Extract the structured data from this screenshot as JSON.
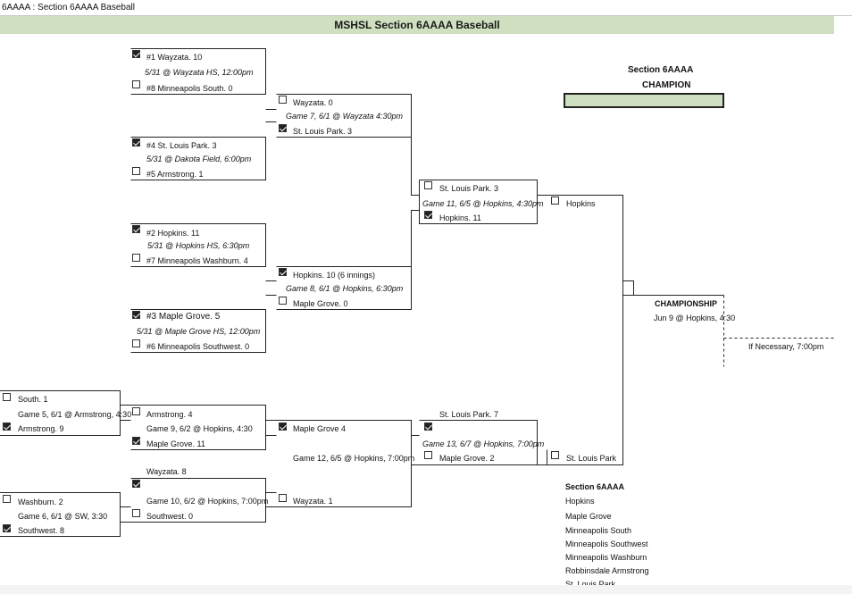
{
  "tab_title": "6AAAA : Section 6AAAA Baseball",
  "banner_title": "MSHSL Section 6AAAA Baseball",
  "champion": {
    "line1": "Section 6AAAA",
    "line2": "CHAMPION"
  },
  "round1": {
    "g1": {
      "top": "#1 Wayzata. 10",
      "info": "5/31 @ Wayzata HS, 12:00pm",
      "bottom": "#8 Minneapolis South. 0"
    },
    "g2": {
      "top": "#4 St. Louis Park. 3",
      "info": "5/31 @ Dakota Field, 6:00pm",
      "bottom": "#5 Armstrong. 1"
    },
    "g3": {
      "top": "#2 Hopkins. 11",
      "info": "5/31 @ Hopkins HS, 6:30pm",
      "bottom": "#7 Minneapolis Washburn. 4"
    },
    "g4": {
      "top": "#3 Maple Grove. 5",
      "info": "5/31 @ Maple Grove HS, 12:00pm",
      "bottom": "#6 Minneapolis Southwest. 0"
    }
  },
  "round2": {
    "g7": {
      "top": "Wayzata. 0",
      "info": "Game 7, 6/1 @ Wayzata 4:30pm",
      "bottom": "St. Louis Park. 3"
    },
    "g8": {
      "top": "Hopkins. 10 (6 innings)",
      "info": "Game 8, 6/1 @ Hopkins, 6:30pm",
      "bottom": "Maple Grove. 0"
    }
  },
  "round3": {
    "g11": {
      "top": "St. Louis Park. 3",
      "info": "Game 11, 6/5 @ Hopkins, 4:30pm",
      "bottom": "Hopkins. 11"
    }
  },
  "final_upper": "Hopkins",
  "final_lower": "St. Louis Park",
  "championship": {
    "title": "CHAMPIONSHIP",
    "info": "Jun 9 @ Hopkins, 4:30",
    "if_necessary": "If Necessary, 7:00pm"
  },
  "consolation": {
    "g5": {
      "top": "South. 1",
      "info": "Game 5, 6/1 @ Armstrong, 4:30",
      "bottom": "Armstrong. 9"
    },
    "g6": {
      "top": "Washburn. 2",
      "info": "Game 6, 6/1 @ SW, 3:30",
      "bottom": "Southwest. 8"
    },
    "g9": {
      "top": "Armstrong. 4",
      "info": "Game 9, 6/2 @ Hopkins, 4:30",
      "bottom": "Maple Grove. 11"
    },
    "g10": {
      "top": "Wayzata. 8",
      "info": "Game 10, 6/2 @ Hopkins, 7:00pm",
      "bottom": "Southwest. 0"
    },
    "g12": {
      "top": "Maple Grove 4",
      "info": "Game 12, 6/5 @ Hopkins, 7:00pm",
      "bottom": "Wayzata. 1"
    },
    "g13": {
      "top": "St. Louis Park. 7",
      "info": "Game 13, 6/7 @ Hopkins, 7:00pm",
      "bottom": "Maple Grove. 2"
    }
  },
  "teams_heading": "Section 6AAAA",
  "teams": [
    "Hopkins",
    "Maple Grove",
    "Minneapolis South",
    "Minneapolis Southwest",
    "Minneapolis Washburn",
    "Robbinsdale Armstrong",
    "St. Louis Park"
  ]
}
